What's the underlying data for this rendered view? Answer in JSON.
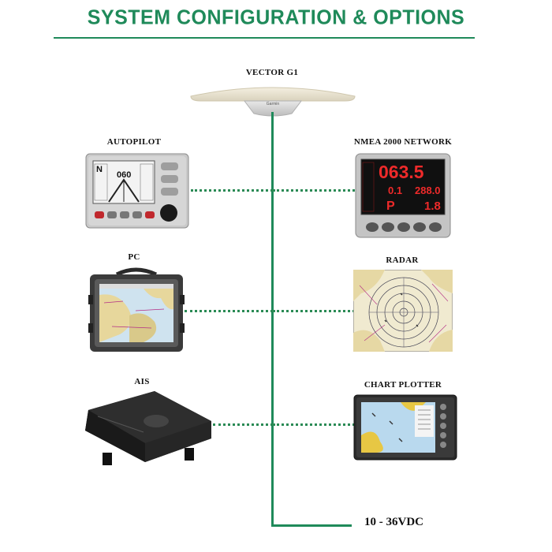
{
  "title": "SYSTEM CONFIGURATION & OPTIONS",
  "colors": {
    "accent": "#1f8a5a",
    "line": "#1f8a5a",
    "dots": "#2a8a55"
  },
  "antenna": {
    "label": "VECTOR G1",
    "brand": "Garmin"
  },
  "left_devices": [
    {
      "label": "AUTOPILOT"
    },
    {
      "label": "PC"
    },
    {
      "label": "AIS"
    }
  ],
  "right_devices": [
    {
      "label": "NMEA 2000 NETWORK"
    },
    {
      "label": "RADAR"
    },
    {
      "label": "CHART PLOTTER"
    }
  ],
  "autopilot_screen": {
    "heading": "N",
    "value": "060"
  },
  "nmea_display": {
    "big": "063.5",
    "r1a": "0.1",
    "r1b": "288.0",
    "r2a": "P",
    "r2b": "1.8"
  },
  "power_label": "10 - 36VDC"
}
